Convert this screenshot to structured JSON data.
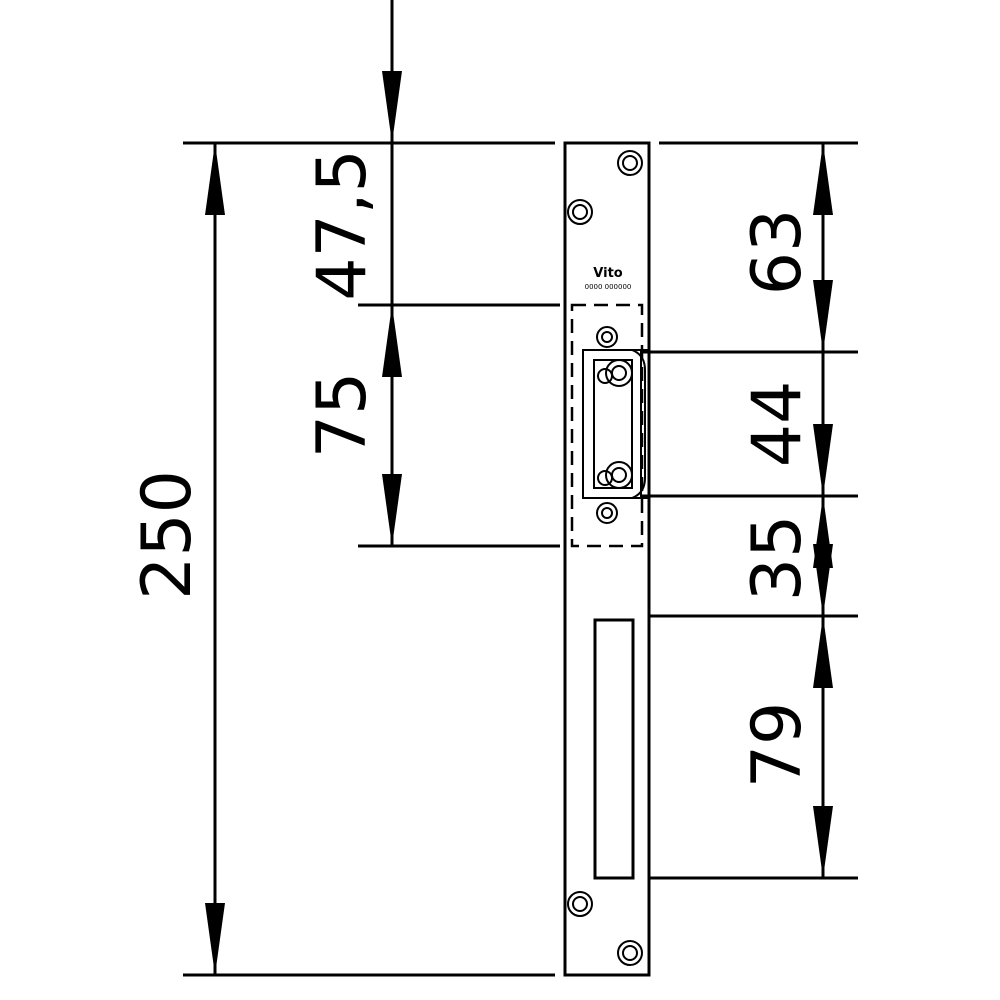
{
  "dimensions": {
    "total_length": "250",
    "top_to_housing": "47,5",
    "housing_height": "75",
    "top_to_latch": "63",
    "latch_height": "44",
    "latch_to_slot": "35",
    "slot_height": "79"
  },
  "plate": {
    "brand": "Vito",
    "model": "0000 000000"
  }
}
